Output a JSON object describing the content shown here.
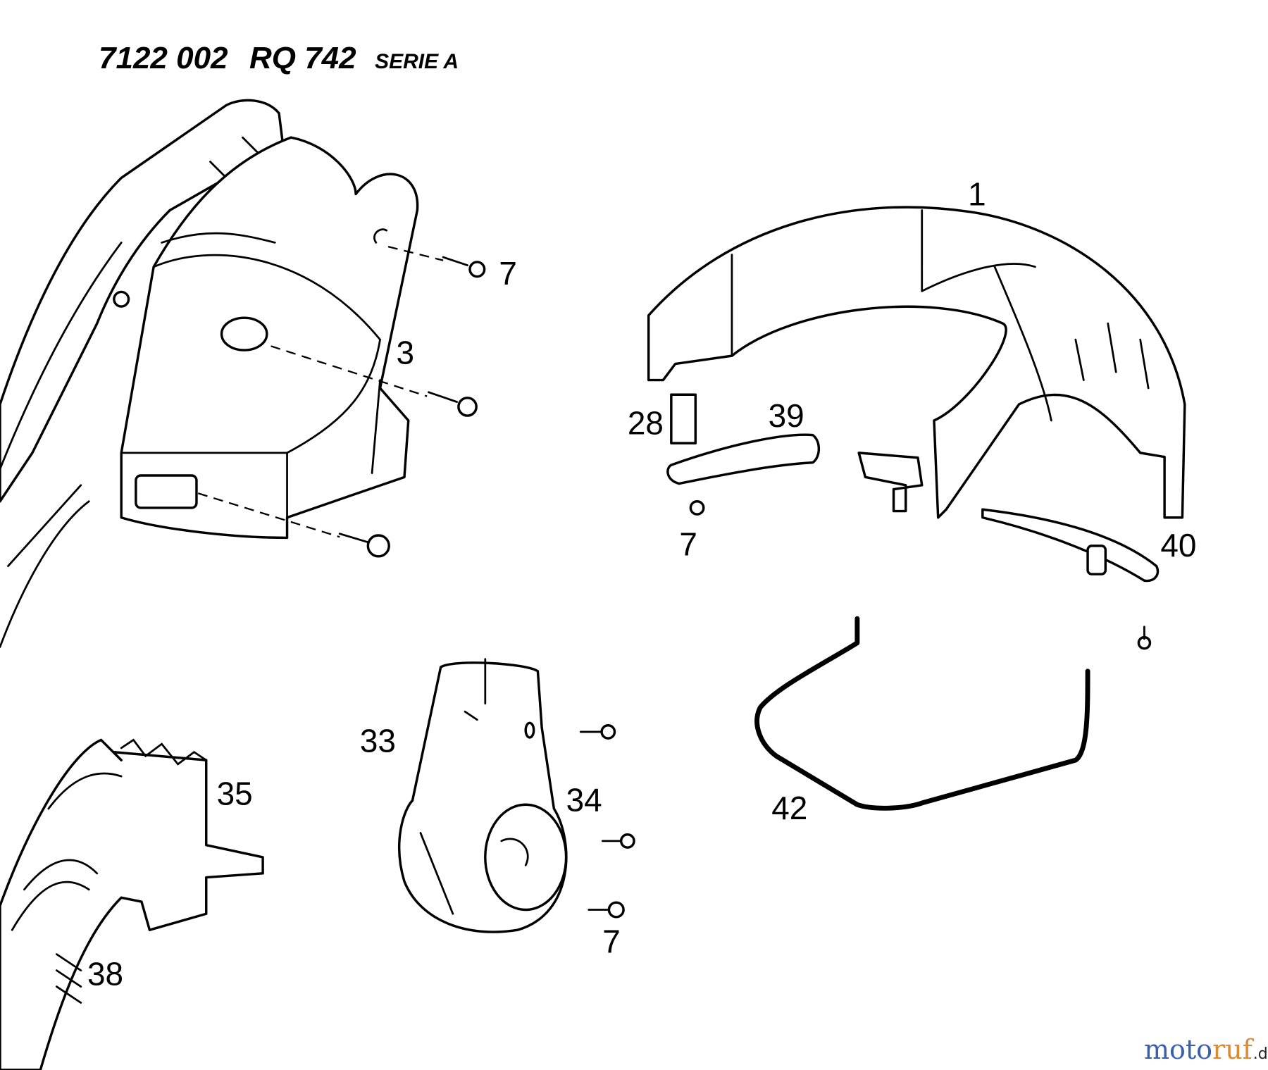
{
  "header": {
    "part_number": "7122 002",
    "model": "RQ 742",
    "series": "SERIE A"
  },
  "callouts": {
    "c1": "1",
    "c3": "3",
    "c7a": "7",
    "c7b": "7",
    "c7c": "7",
    "c28": "28",
    "c39": "39",
    "c40": "40",
    "c42": "42",
    "c33": "33",
    "c34": "34",
    "c35": "35",
    "c38": "38"
  },
  "watermark": {
    "text": "moto",
    "text2": "ruf",
    "suffix": ".de",
    "colors": [
      "#3a5fb0",
      "#d33",
      "#e0a",
      "#2a2",
      "#e60",
      "#eb0"
    ]
  }
}
